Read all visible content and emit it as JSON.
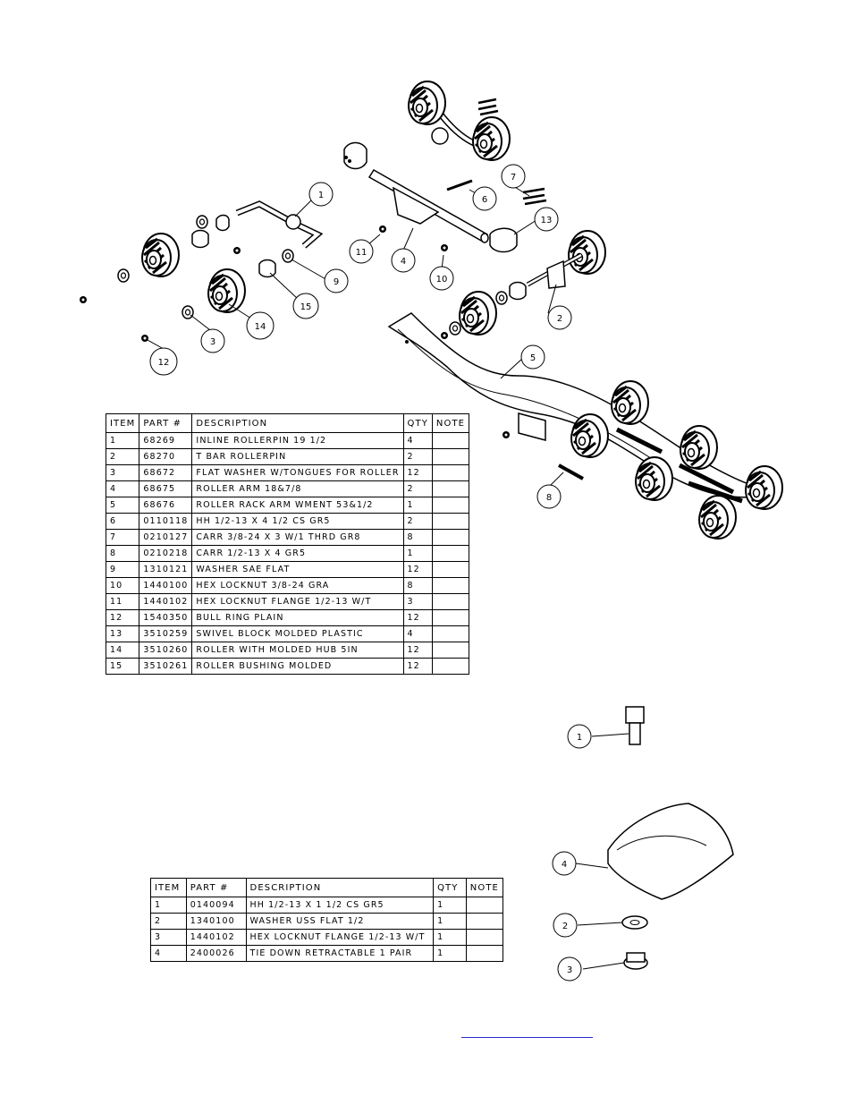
{
  "table1": {
    "headers": [
      "ITEM",
      "PART #",
      "DESCRIPTION",
      "QTY",
      "NOTE"
    ],
    "rows": [
      [
        "1",
        "68269",
        "INLINE ROLLERPIN 19 1/2",
        "4",
        ""
      ],
      [
        "2",
        "68270",
        "T BAR ROLLERPIN",
        "2",
        ""
      ],
      [
        "3",
        "68672",
        "FLAT WASHER W/TONGUES FOR ROLLER",
        "12",
        ""
      ],
      [
        "4",
        "68675",
        "ROLLER ARM 18&7/8",
        "2",
        ""
      ],
      [
        "5",
        "68676",
        "ROLLER RACK ARM WMENT  53&1/2",
        "1",
        ""
      ],
      [
        "6",
        "0110118",
        "HH 1/2-13 X 4 1/2 CS GR5",
        "2",
        ""
      ],
      [
        "7",
        "0210127",
        "CARR 3/8-24 X 3 W/1 THRD GR8",
        "8",
        ""
      ],
      [
        "8",
        "0210218",
        "CARR 1/2-13 X 4 GR5",
        "1",
        ""
      ],
      [
        "9",
        "1310121",
        "WASHER SAE FLAT",
        "12",
        ""
      ],
      [
        "10",
        "1440100",
        "HEX LOCKNUT 3/8-24 GRA",
        "8",
        ""
      ],
      [
        "11",
        "1440102",
        "HEX LOCKNUT FLANGE 1/2-13 W/T",
        "3",
        ""
      ],
      [
        "12",
        "1540350",
        "BULL RING PLAIN",
        "12",
        ""
      ],
      [
        "13",
        "3510259",
        "SWIVEL BLOCK MOLDED PLASTIC",
        "4",
        ""
      ],
      [
        "14",
        "3510260",
        "ROLLER WITH MOLDED HUB  5IN",
        "12",
        ""
      ],
      [
        "15",
        "3510261",
        "ROLLER BUSHING MOLDED",
        "12",
        ""
      ]
    ]
  },
  "table2": {
    "headers": [
      "ITEM",
      "PART #",
      "DESCRIPTION",
      "QTY",
      "NOTE"
    ],
    "rows": [
      [
        "1",
        "0140094",
        "HH 1/2-13 X 1 1/2 CS GR5",
        "1",
        ""
      ],
      [
        "2",
        "1340100",
        "WASHER USS FLAT 1/2",
        "1",
        ""
      ],
      [
        "3",
        "1440102",
        "HEX LOCKNUT FLANGE 1/2-13 W/T",
        "1",
        ""
      ],
      [
        "4",
        "2400026",
        "TIE DOWN RETRACTABLE 1 PAIR",
        "1",
        ""
      ]
    ]
  },
  "callouts": {
    "c1": "1",
    "c2": "2",
    "c3": "3",
    "c4": "4",
    "c5": "5",
    "c6": "6",
    "c7": "7",
    "c8": "8",
    "c9": "9",
    "c10": "10",
    "c11": "11",
    "c12": "12",
    "c13": "13",
    "c14": "14",
    "c15": "15",
    "d1": "1",
    "d2": "2",
    "d3": "3",
    "d4": "4"
  },
  "colors": {
    "line": "#000000",
    "link": "#2a2ad0"
  }
}
